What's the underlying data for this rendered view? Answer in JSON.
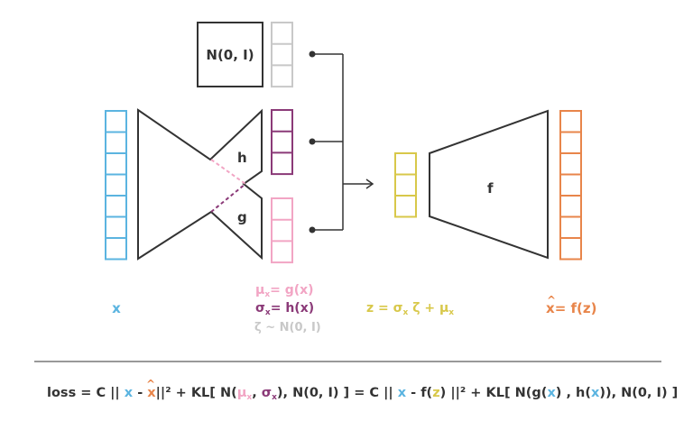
{
  "colors": {
    "input": "#5bb4e0",
    "mu": "#f2a5c4",
    "sigma": "#8b3a78",
    "noise": "#c8c8c8",
    "z": "#d8c84a",
    "output": "#e8854a",
    "dark": "#333333"
  },
  "labels": {
    "noise_box": "N(0, I)",
    "h": "h",
    "g": "g",
    "f": "f",
    "x": "x",
    "xhat_eq": "= f(z)",
    "mu_eq": "= g(x)",
    "sigma_eq": "= h(x)",
    "zeta_eq": "ζ ~ N(0, I)",
    "z_eq": "z = σ",
    "z_eq_zeta": " ζ + μ"
  },
  "loss": {
    "p1": "loss  =  C || ",
    "p2": " - ",
    "p3": "||² +  KL[ N(",
    "p4": ", ",
    "p5": "), N(0, I) ]  =  C || ",
    "p6": " - f(",
    "p7": ") ||² +  KL[ N(g(",
    "p8": ") , h(",
    "p9": ")), N(0, I) ]",
    "x": "x",
    "z": "z",
    "mu": "μ",
    "sigma": "σ",
    "sub_x": "x"
  }
}
